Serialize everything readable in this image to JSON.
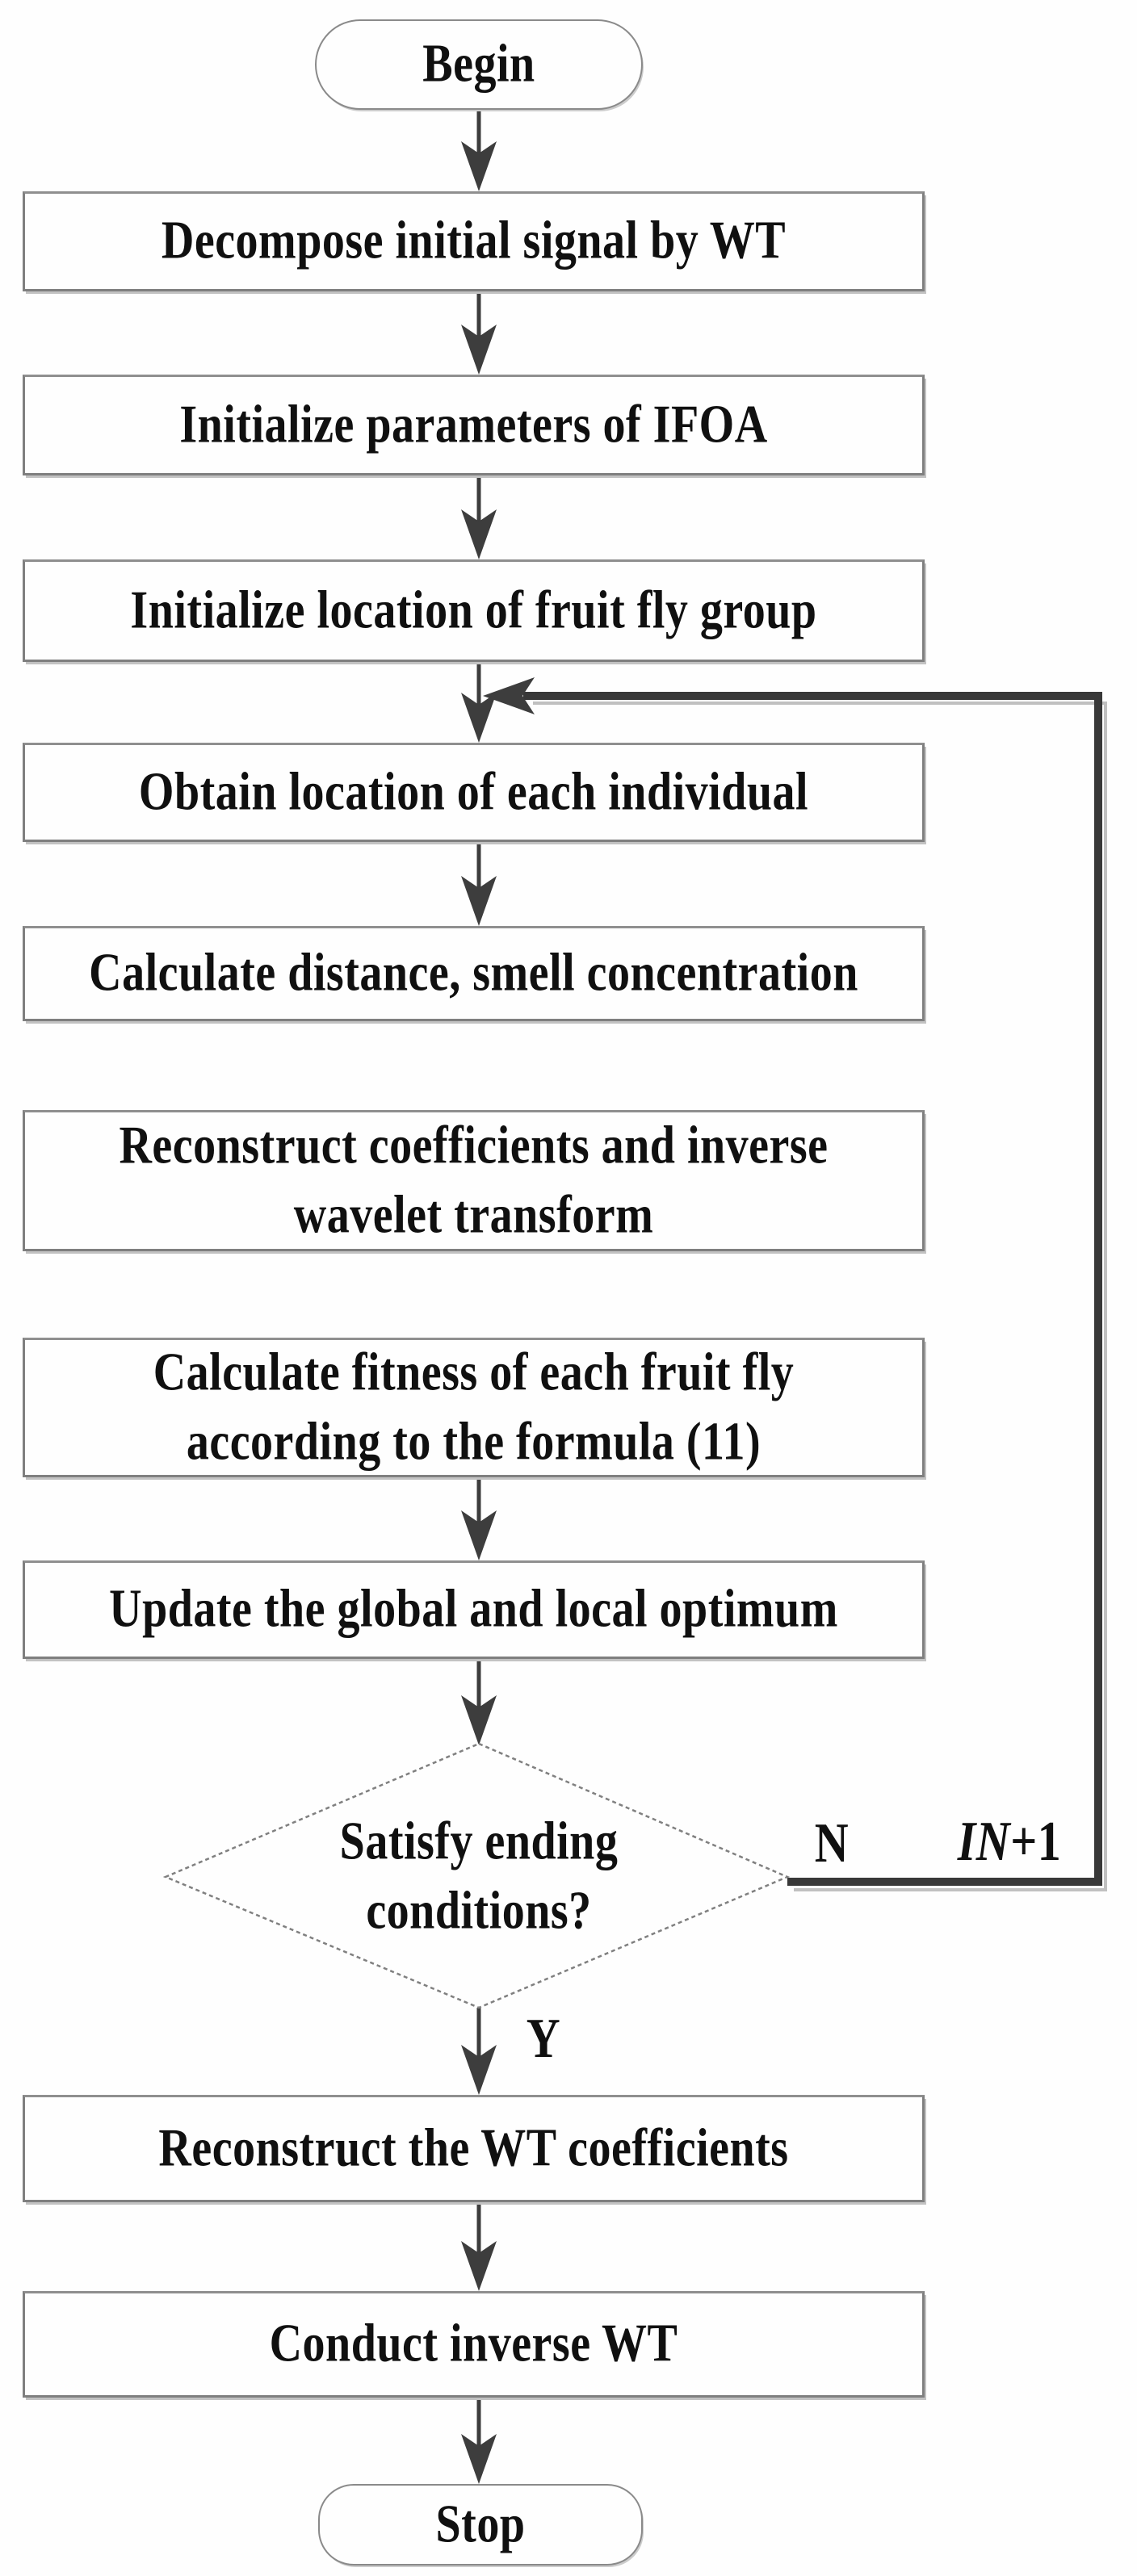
{
  "figure": {
    "type": "flowchart",
    "description": "Flow chart of wavelet-threshold denoising optimized by the improved fruit fly optimization algorithm (IFOA)"
  },
  "colors": {
    "background": "#fefefe",
    "arrow_line": "#3d3d3d",
    "loop_line": "#383838",
    "box_border": "#7f7f7f",
    "box_shadow": "#c2c2c2",
    "diamond_border": "#808080",
    "text": "#101010"
  },
  "nodes": {
    "begin": {
      "shape": "terminator",
      "label": "Begin"
    },
    "p1": {
      "shape": "process",
      "label": "Decompose initial signal by WT"
    },
    "p2": {
      "shape": "process",
      "label": "Initialize parameters of IFOA"
    },
    "p3": {
      "shape": "process",
      "label": "Initialize location of fruit fly group"
    },
    "p4": {
      "shape": "process",
      "label": "Obtain location of each individual"
    },
    "p5": {
      "shape": "process",
      "label": "Calculate distance, smell concentration"
    },
    "p6": {
      "shape": "process",
      "label": "Reconstruct coefficients and inverse\nwavelet transform"
    },
    "p7": {
      "shape": "process",
      "label": "Calculate fitness of each fruit fly\naccording to the formula (11)"
    },
    "p8": {
      "shape": "process",
      "label": "Update the global and local optimum"
    },
    "decision": {
      "shape": "decision",
      "label": "Satisfy ending\nconditions?"
    },
    "p9": {
      "shape": "process",
      "label": "Reconstruct the WT coefficients"
    },
    "p10": {
      "shape": "process",
      "label": "Conduct inverse WT"
    },
    "stop": {
      "shape": "terminator",
      "label": "Stop"
    }
  },
  "edge_labels": {
    "no": "N",
    "yes": "Y",
    "loop_increment_italic": "IN",
    "loop_increment_rest": "+1"
  }
}
